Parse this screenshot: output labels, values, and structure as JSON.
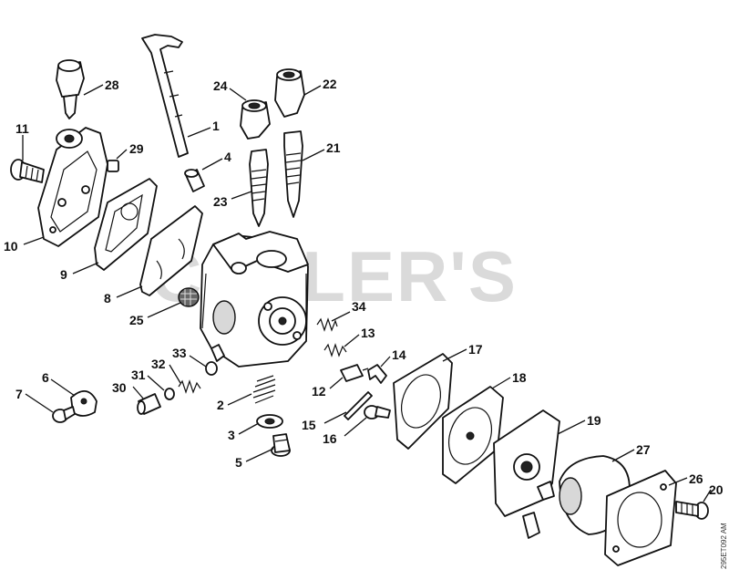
{
  "watermark": "CUTLER'S",
  "drawing_code": "295ET092 AM",
  "callouts": [
    "1",
    "2",
    "3",
    "4",
    "5",
    "6",
    "7",
    "8",
    "9",
    "10",
    "11",
    "12",
    "13",
    "14",
    "15",
    "16",
    "17",
    "18",
    "19",
    "20",
    "21",
    "22",
    "23",
    "24",
    "25",
    "26",
    "27",
    "28",
    "29",
    "30",
    "31",
    "32",
    "33",
    "34"
  ]
}
